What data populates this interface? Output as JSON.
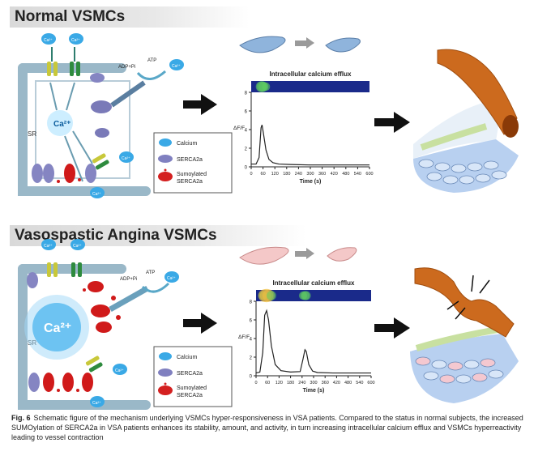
{
  "panels": [
    {
      "title": "Normal VSMCs",
      "calcium_chart": {
        "title": "Intracellular calcium efflux",
        "ylabel": "ΔF/F",
        "xlabel": "Time (s)",
        "y_ticks": [
          "0",
          "2",
          "4",
          "6",
          "8"
        ],
        "x_ticks": [
          "0",
          "60",
          "120",
          "180",
          "240",
          "300",
          "360",
          "420",
          "480",
          "540",
          "600"
        ],
        "ylim": [
          0,
          8
        ],
        "xlim": [
          0,
          600
        ],
        "trace": {
          "x": [
            0,
            25,
            40,
            50,
            55,
            62,
            75,
            90,
            110,
            140,
            200,
            300,
            400,
            500,
            600
          ],
          "y": [
            0.3,
            0.3,
            1.0,
            4.2,
            4.5,
            3.6,
            1.8,
            0.8,
            0.45,
            0.3,
            0.25,
            0.2,
            0.2,
            0.2,
            0.2
          ]
        }
      },
      "cell_labels": [
        "Ca²⁺",
        "Ca²⁺",
        "Ca²⁺",
        "Ca²⁺",
        "Ca²⁺"
      ],
      "center_ion": "Ca²⁺",
      "sr_label": "SR",
      "atp_label": "ATP",
      "adp_label": "ADP+Pi"
    },
    {
      "title": "Vasospastic Angina VSMCs",
      "calcium_chart": {
        "title": "Intracellular calcium efflux",
        "ylabel": "ΔF/F",
        "xlabel": "Time (s)",
        "y_ticks": [
          "0",
          "2",
          "4",
          "6",
          "8"
        ],
        "x_ticks": [
          "0",
          "60",
          "120",
          "180",
          "240",
          "300",
          "360",
          "420",
          "480",
          "540",
          "600"
        ],
        "ylim": [
          0,
          8
        ],
        "xlim": [
          0,
          600
        ],
        "trace": {
          "x": [
            0,
            20,
            35,
            45,
            55,
            65,
            80,
            100,
            130,
            180,
            230,
            245,
            255,
            262,
            275,
            295,
            320,
            400,
            500,
            600
          ],
          "y": [
            0.3,
            0.4,
            2.5,
            6.5,
            7.0,
            6.0,
            3.2,
            1.2,
            0.55,
            0.4,
            0.45,
            1.8,
            2.8,
            2.6,
            1.2,
            0.5,
            0.35,
            0.3,
            0.3,
            0.3
          ]
        }
      },
      "cell_labels": [
        "Ca²⁺",
        "Ca²⁺",
        "Ca²⁺",
        "Ca²⁺",
        "Ca²⁺"
      ],
      "center_ion": "Ca²⁺",
      "sr_label": "SR",
      "atp_label": "ATP",
      "adp_label": "ADP+Pi"
    }
  ],
  "legend": {
    "items": [
      {
        "label": "Calcium",
        "icon": "calcium-ion-icon",
        "color": "#3aa9e6"
      },
      {
        "label": "SERCA2a",
        "icon": "serca2a-icon",
        "color": "#8080c0"
      },
      {
        "label": "Sumoylated SERCA2a",
        "icon": "sumoylated-serca2a-icon",
        "color": "#d42020"
      }
    ]
  },
  "colors": {
    "calcium": "#3aa9e6",
    "serca": "#7a7ab8",
    "sumo": "#d01a1a",
    "channel_green": "#2e8b3e",
    "channel_yellow": "#c8c83a",
    "vessel": "#d2691e",
    "heatmap_bg": "#1a2a8a"
  },
  "caption": {
    "lead": "Fig. 6",
    "text": "Schematic figure of the mechanism underlying VSMCs hyper-responsiveness in VSA patients. Compared to the status in normal subjects, the increased SUMOylation of SERCA2a in VSA patients enhances its stability, amount, and activity, in turn increasing intracellular calcium efflux and VSMCs hyperreactivity leading to vessel contraction"
  }
}
